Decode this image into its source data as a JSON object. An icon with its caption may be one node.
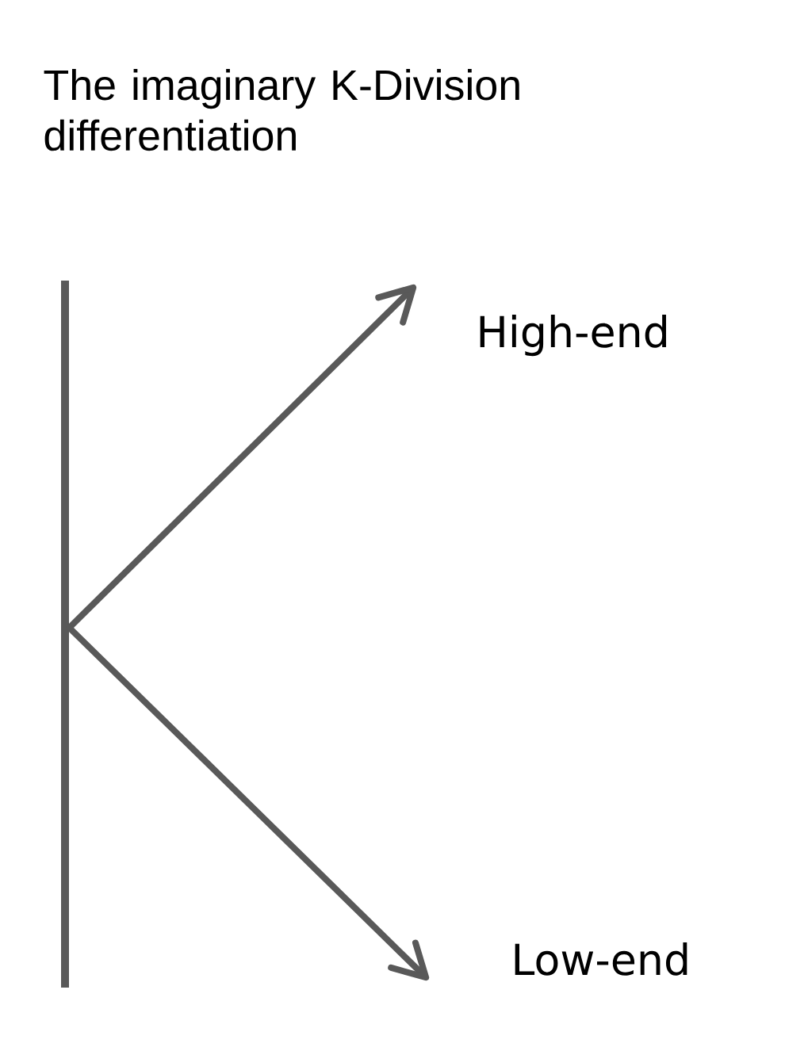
{
  "diagram": {
    "title": "The imaginary K-Division differentiation",
    "nodes": [
      {
        "text": [],
        "shape": "bar"
      },
      {
        "text": [
          "High-end"
        ]
      },
      {
        "text": [
          "Low-end"
        ]
      }
    ],
    "edges": [
      {
        "from": 0,
        "to": 1,
        "arrow": "to"
      },
      {
        "from": 0,
        "to": 2,
        "arrow": "to"
      }
    ]
  }
}
